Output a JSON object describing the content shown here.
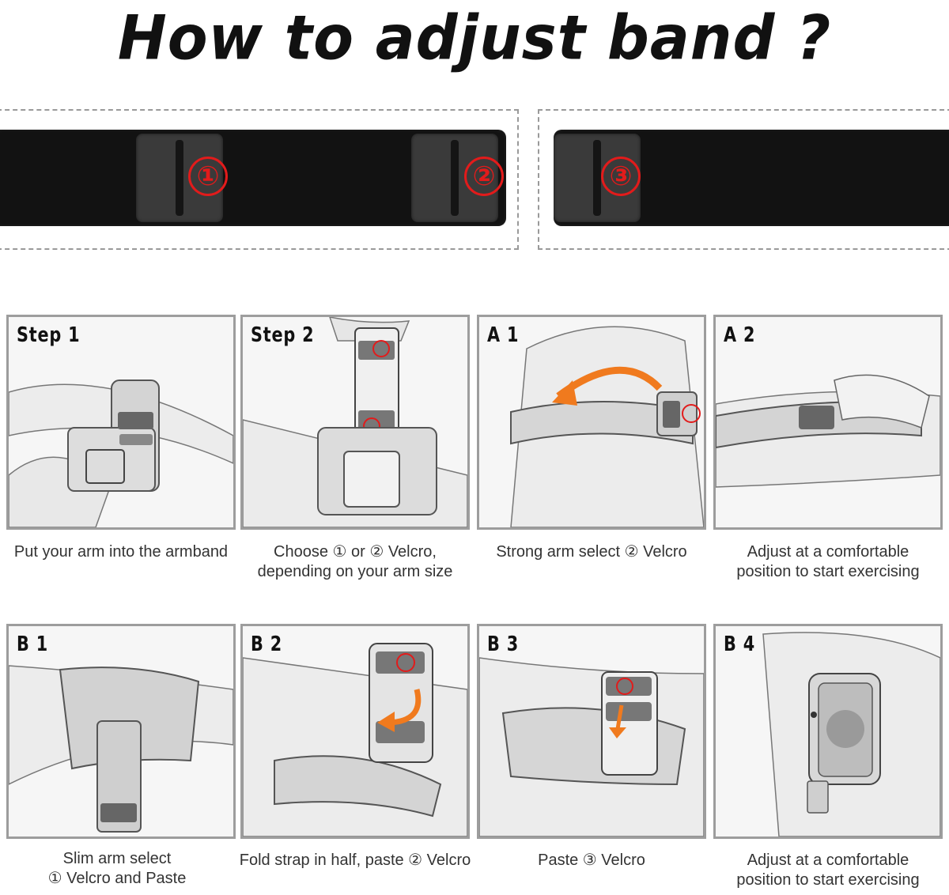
{
  "title": "How to adjust band ?",
  "band_markers": [
    "①",
    "②",
    "③"
  ],
  "steps": [
    {
      "label": "Step 1",
      "caption": [
        "Put your arm into the armband"
      ]
    },
    {
      "label": "Step 2",
      "caption": [
        "Choose ① or ② Velcro,",
        "depending on your arm size"
      ]
    },
    {
      "label": "A 1",
      "caption": [
        "Strong arm select ② Velcro"
      ]
    },
    {
      "label": "A 2",
      "caption": [
        "Adjust at a comfortable",
        "position to start exercising"
      ]
    },
    {
      "label": "B 1",
      "caption": [
        "Slim arm select",
        "① Velcro and Paste"
      ]
    },
    {
      "label": "B 2",
      "caption": [
        "Fold strap in half, paste ② Velcro"
      ]
    },
    {
      "label": "B 3",
      "caption": [
        "Paste ③ Velcro"
      ]
    },
    {
      "label": "B 4",
      "caption": [
        "Adjust at a comfortable",
        "position to start exercising"
      ]
    }
  ],
  "colors": {
    "band": "#121212",
    "velcro_pad": "#3a3a3a",
    "marker_red": "#e21b1b",
    "arrow_orange": "#f07a1e",
    "panel_border": "#9d9d9d"
  }
}
